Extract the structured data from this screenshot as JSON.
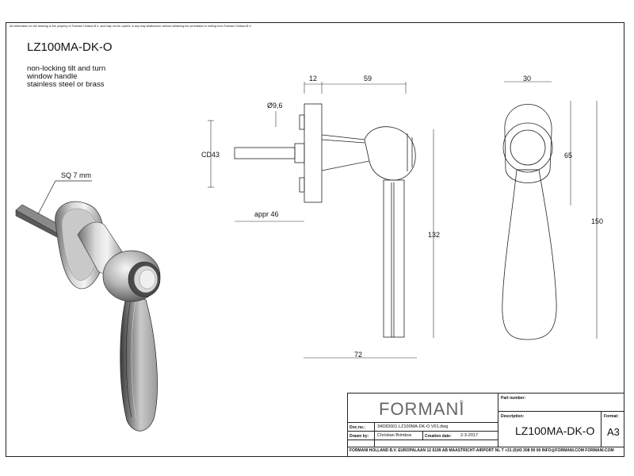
{
  "disclaimer": "All information on the drawing is the property of Formani Holland B.V. and may not be copied, in any way whatsoever without obtaining the permission in writing from Formani Holland B.V.",
  "product": {
    "code": "LZ100MA-DK-O",
    "description_lines": [
      "non-locking tilt and turn",
      "window handle",
      "stainless steel or brass"
    ]
  },
  "dimensions": {
    "square": "SQ 7 mm",
    "d12": "12",
    "d59": "59",
    "diameter": "Ø9,6",
    "cd": "CD43",
    "appr": "appr 46",
    "d132": "132",
    "d72": "72",
    "d30": "30",
    "d65": "65",
    "d150": "150"
  },
  "title_block": {
    "brand": "FORMANI",
    "brand_mark": "®",
    "part_number_label": "Part number:",
    "description_label": "Description:",
    "format_label": "Format:",
    "format_value": "A3",
    "doc_no_label": "Doc.no.:",
    "doc_no_value": "3403D001 LZ100MA-DK-O V01.dwg",
    "drawn_by_label": "Drawn by:",
    "drawn_by_value": "Christian Brimbos",
    "creation_date_label": "Creation date:",
    "creation_date_value": "2-3-2017",
    "description_value": "LZ100MA-DK-O",
    "footer": "FORMANI HOLLAND B.V.  EUROPALAAN 12  6199 AB MAASTRICHT-AIRPORT NL  T +31 (0)43 308 90 00 INFO@FORMANI.COM FORMANI.COM"
  }
}
